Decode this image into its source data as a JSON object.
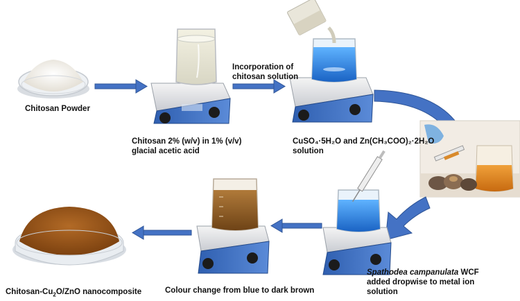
{
  "labels": {
    "chitosan_powder": "Chitosan Powder",
    "chitosan_solution_line1": "Chitosan 2% (w/v) in 1% (v/v)",
    "chitosan_solution_line2": "glacial acetic acid",
    "incorporation_line1": "Incorporation of",
    "incorporation_line2": "chitosan solution",
    "metal_salts_line1": "CuSO₄·5H₂O and Zn(CH₃COO)₂·2H₂O",
    "metal_salts_line2": "solution",
    "wcf_species": "Spathodea campanulata",
    "wcf_suffix": " WCF",
    "wcf_line2": "added dropwise to metal ion",
    "wcf_line3": "solution",
    "colour_change": "Colour change from blue to dark brown",
    "product_prefix": "Chitosan-Cu",
    "product_sub1": "2",
    "product_mid": "O/ZnO  nanocomposite"
  },
  "colors": {
    "arrow_blue": "#4472c4",
    "arrow_blue_dark": "#2f5597",
    "solution_blue": "#1f7fd6",
    "solution_brown": "#8a5a22",
    "powder_white": "#f2f0ea",
    "nanocomposite_brown": "#9a5518"
  },
  "icons": {
    "powder_dish": "petri-dish-white-powder",
    "stirrer_1": "magnetic-stirrer-clear-beaker",
    "stirrer_2": "magnetic-stirrer-blue-beaker",
    "photo": "seed-pods-syringe-orange-extract",
    "stirrer_3": "magnetic-stirrer-blue-beaker-syringe",
    "stirrer_4": "magnetic-stirrer-brown-beaker",
    "product_dish": "petri-dish-brown-powder"
  }
}
